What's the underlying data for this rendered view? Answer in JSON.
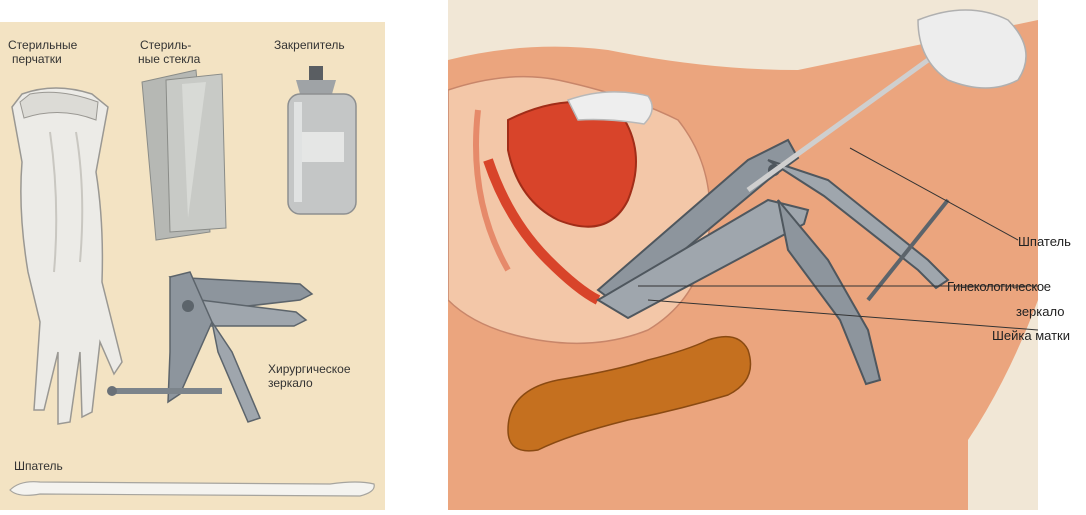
{
  "tools_panel": {
    "gloves_label_line1": "Стерильные",
    "gloves_label_line2": "перчатки",
    "slides_label_line1": "Стериль-",
    "slides_label_line2": "ные стекла",
    "fixative_label": "Закрепитель",
    "speculum_label_line1": "Хирургическое",
    "speculum_label_line2": "зеркало",
    "spatula_label": "Шпатель"
  },
  "procedure_panel": {
    "spatula_label": "Шпатель",
    "speculum_label_line1": "Гинекологическое",
    "speculum_label_line2": "зеркало",
    "cervix_label": "Шейка матки"
  },
  "colors": {
    "left_background": "#f3e3c3",
    "skin": "#eba57e",
    "tissue": "#f3c7a8",
    "organ_red": "#d8442a",
    "instrument": "#8d959d",
    "bowel": "#c5701f"
  }
}
